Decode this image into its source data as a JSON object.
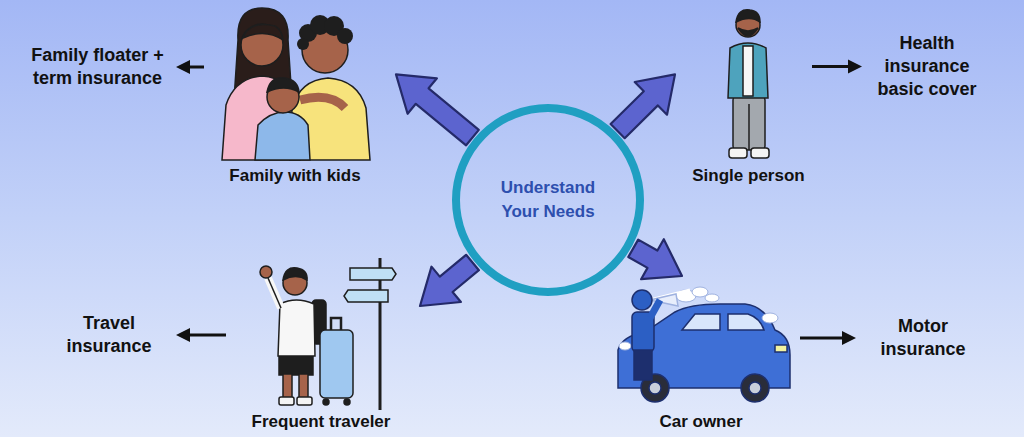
{
  "diagram": {
    "nodes": [
      {
        "text": [
          "Understand Your Needs"
        ]
      },
      {
        "text": [
          "Family with kids"
        ]
      },
      {
        "text": [
          "Family floater + term insurance"
        ]
      },
      {
        "text": [
          "Single person"
        ]
      },
      {
        "text": [
          "Health insurance basic cover"
        ]
      },
      {
        "text": [
          "Frequent traveler"
        ]
      },
      {
        "text": [
          "Travel insurance"
        ]
      },
      {
        "text": [
          "Car owner"
        ]
      },
      {
        "text": [
          "Motor insurance"
        ]
      }
    ],
    "edges": [
      {
        "from": 0,
        "to": 1,
        "arrow": "to"
      },
      {
        "from": 1,
        "to": 2,
        "arrow": "to"
      },
      {
        "from": 0,
        "to": 3,
        "arrow": "to"
      },
      {
        "from": 3,
        "to": 4,
        "arrow": "to"
      },
      {
        "from": 0,
        "to": 5,
        "arrow": "to"
      },
      {
        "from": 5,
        "to": 6,
        "arrow": "to"
      },
      {
        "from": 0,
        "to": 7,
        "arrow": "to"
      },
      {
        "from": 7,
        "to": 8,
        "arrow": "to"
      }
    ]
  }
}
